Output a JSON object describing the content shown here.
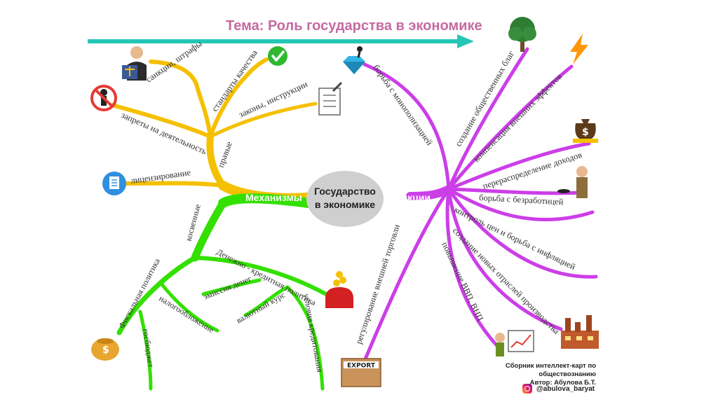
{
  "title": "Тема: Роль государства в экономике",
  "center": {
    "line1": "Государство",
    "line2": "в экономике"
  },
  "left_hub": "Механизмы",
  "right_hub": "Функции",
  "yellow": {
    "sanctions": "санкции, штрафы",
    "quality": "стандарты качества",
    "bans": "запреты на деятельность",
    "laws": "законы, инструкции",
    "legal": "правые",
    "licensing": "лицензирование"
  },
  "green": {
    "indirect": "косвенные",
    "monetary": "Денежно - кредитная политика",
    "fiscal": "Фискальная политика",
    "emission": "эмиссия денег",
    "taxation": "налогообложение",
    "exchange": "валютный курс",
    "credit": "условия кредитования",
    "budget": "госбюджет"
  },
  "purple": {
    "monopoly": "борьба с монополизацией",
    "public_goods": "создание общественных благ",
    "externalities": "компенсация внешних эффектов",
    "income": "перераспределение доходов",
    "unemployment": "борьба с безработицей",
    "inflation": "контроль цен и борьба с инфляцией",
    "new_industries": "создание новых отраслей производства",
    "gdp": "повышение ВВП, ВНП",
    "foreign_trade": "регулирование внешней торговли"
  },
  "icons": {
    "export_box": "EXPORT",
    "check": "check-icon",
    "document": "document-icon",
    "tree": "tree-icon",
    "lightning": "lightning-icon",
    "money_bag": "money-bag-icon",
    "diamond": "diamond-icon",
    "factory": "factory-icon"
  },
  "credit": {
    "line1": "Сборник интеллект-карт по обществознанию",
    "line2": "Автор: Абулова Б.Т.",
    "instagram": "@abulova_baryat"
  },
  "colors": {
    "arrow": "#26c6b6",
    "title": "#c46aa0",
    "yellow": "#f5c000",
    "green": "#33e000",
    "purple": "#cc3ee8",
    "center": "#cfcfcf"
  }
}
